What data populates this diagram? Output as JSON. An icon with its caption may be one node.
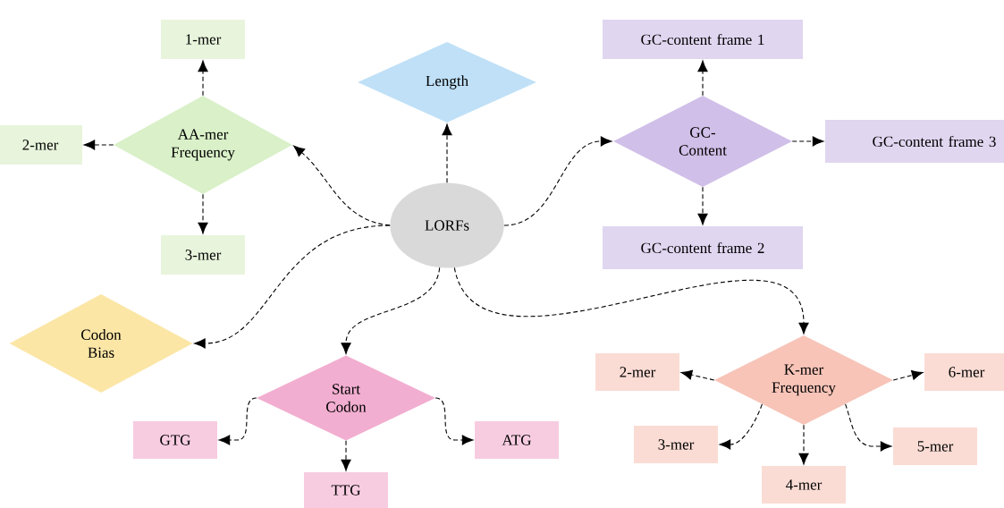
{
  "diagram": {
    "nodes": [
      {
        "text": [
          "LORFs"
        ]
      },
      {
        "text": [
          "Length"
        ]
      },
      {
        "text": [
          "AA-mer Frequency"
        ]
      },
      {
        "text": [
          "1-mer"
        ]
      },
      {
        "text": [
          "2-mer"
        ]
      },
      {
        "text": [
          "3-mer"
        ]
      },
      {
        "text": [
          "GC-Content"
        ]
      },
      {
        "text": [
          "GC-content frame 1"
        ]
      },
      {
        "text": [
          "GC-content frame 3"
        ]
      },
      {
        "text": [
          "GC-content frame 2"
        ]
      },
      {
        "text": [
          "Codon Bias"
        ]
      },
      {
        "text": [
          "Start Codon"
        ]
      },
      {
        "text": [
          "GTG"
        ]
      },
      {
        "text": [
          "TTG"
        ]
      },
      {
        "text": [
          "ATG"
        ]
      },
      {
        "text": [
          "K-mer Frequency"
        ]
      },
      {
        "text": [
          "2-mer"
        ]
      },
      {
        "text": [
          "6-mer"
        ]
      },
      {
        "text": [
          "3-mer"
        ]
      },
      {
        "text": [
          "4-mer"
        ]
      },
      {
        "text": [
          "5-mer"
        ]
      }
    ],
    "edges": [
      {
        "from": 0,
        "to": 1,
        "arrow": "to"
      },
      {
        "from": 0,
        "to": 2,
        "arrow": "to"
      },
      {
        "from": 0,
        "to": 6,
        "arrow": "to"
      },
      {
        "from": 0,
        "to": 10,
        "arrow": "to"
      },
      {
        "from": 0,
        "to": 11,
        "arrow": "to"
      },
      {
        "from": 0,
        "to": 15,
        "arrow": "to"
      },
      {
        "from": 2,
        "to": 3,
        "arrow": "to"
      },
      {
        "from": 2,
        "to": 4,
        "arrow": "to"
      },
      {
        "from": 2,
        "to": 5,
        "arrow": "to"
      },
      {
        "from": 6,
        "to": 7,
        "arrow": "to"
      },
      {
        "from": 6,
        "to": 8,
        "arrow": "to"
      },
      {
        "from": 6,
        "to": 9,
        "arrow": "to"
      },
      {
        "from": 11,
        "to": 12,
        "arrow": "to"
      },
      {
        "from": 11,
        "to": 13,
        "arrow": "to"
      },
      {
        "from": 11,
        "to": 14,
        "arrow": "to"
      },
      {
        "from": 15,
        "to": 16,
        "arrow": "to"
      },
      {
        "from": 15,
        "to": 17,
        "arrow": "to"
      },
      {
        "from": 15,
        "to": 18,
        "arrow": "to"
      },
      {
        "from": 15,
        "to": 19,
        "arrow": "to"
      },
      {
        "from": 15,
        "to": 20,
        "arrow": "to"
      }
    ]
  }
}
